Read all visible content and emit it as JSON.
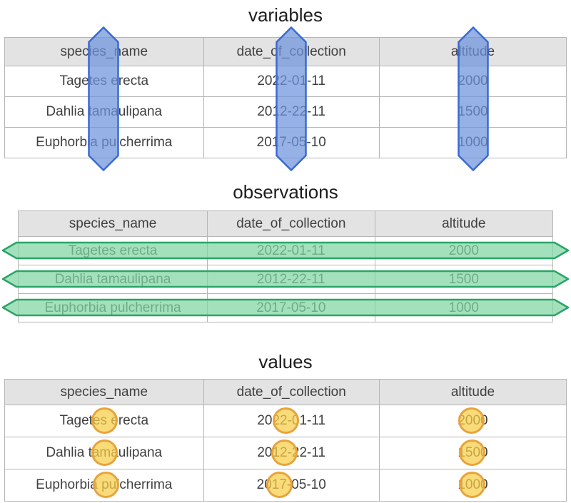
{
  "diagram": {
    "sections": [
      {
        "title": "variables",
        "highlight": "columns",
        "highlight_icon": "vertical-double-arrow",
        "table": {
          "headers": [
            "species_name",
            "date_of_collection",
            "altitude"
          ],
          "rows": [
            [
              "Tagetes erecta",
              "2022-01-11",
              "2000"
            ],
            [
              "Dahlia tamaulipana",
              "2012-22-11",
              "1500"
            ],
            [
              "Euphorbia pulcherrima",
              "2017-05-10",
              "1000"
            ]
          ]
        }
      },
      {
        "title": "observations",
        "highlight": "rows",
        "highlight_icon": "horizontal-double-arrow",
        "table": {
          "headers": [
            "species_name",
            "date_of_collection",
            "altitude"
          ],
          "rows": [
            [
              "Tagetes erecta",
              "2022-01-11",
              "2000"
            ],
            [
              "Dahlia tamaulipana",
              "2012-22-11",
              "1500"
            ],
            [
              "Euphorbia pulcherrima",
              "2017-05-10",
              "1000"
            ]
          ]
        }
      },
      {
        "title": "values",
        "highlight": "cells",
        "highlight_icon": "circle",
        "table": {
          "headers": [
            "species_name",
            "date_of_collection",
            "altitude"
          ],
          "rows": [
            [
              "Tagetes erecta",
              "2022-01-11",
              "2000"
            ],
            [
              "Dahlia tamaulipana",
              "2012-22-11",
              "1500"
            ],
            [
              "Euphorbia pulcherrima",
              "2017-05-10",
              "1000"
            ]
          ]
        }
      }
    ]
  },
  "colors": {
    "header_bg": "#e3e3e3",
    "table_border": "#b5b5b5",
    "column_arrow_fill": "#6e93dc",
    "column_arrow_stroke": "#3a6ad1",
    "row_arrow_fill": "#7fd6a4",
    "row_arrow_stroke": "#29a566",
    "value_circle_fill": "#f7cd46",
    "value_circle_stroke": "#e8a33c"
  }
}
